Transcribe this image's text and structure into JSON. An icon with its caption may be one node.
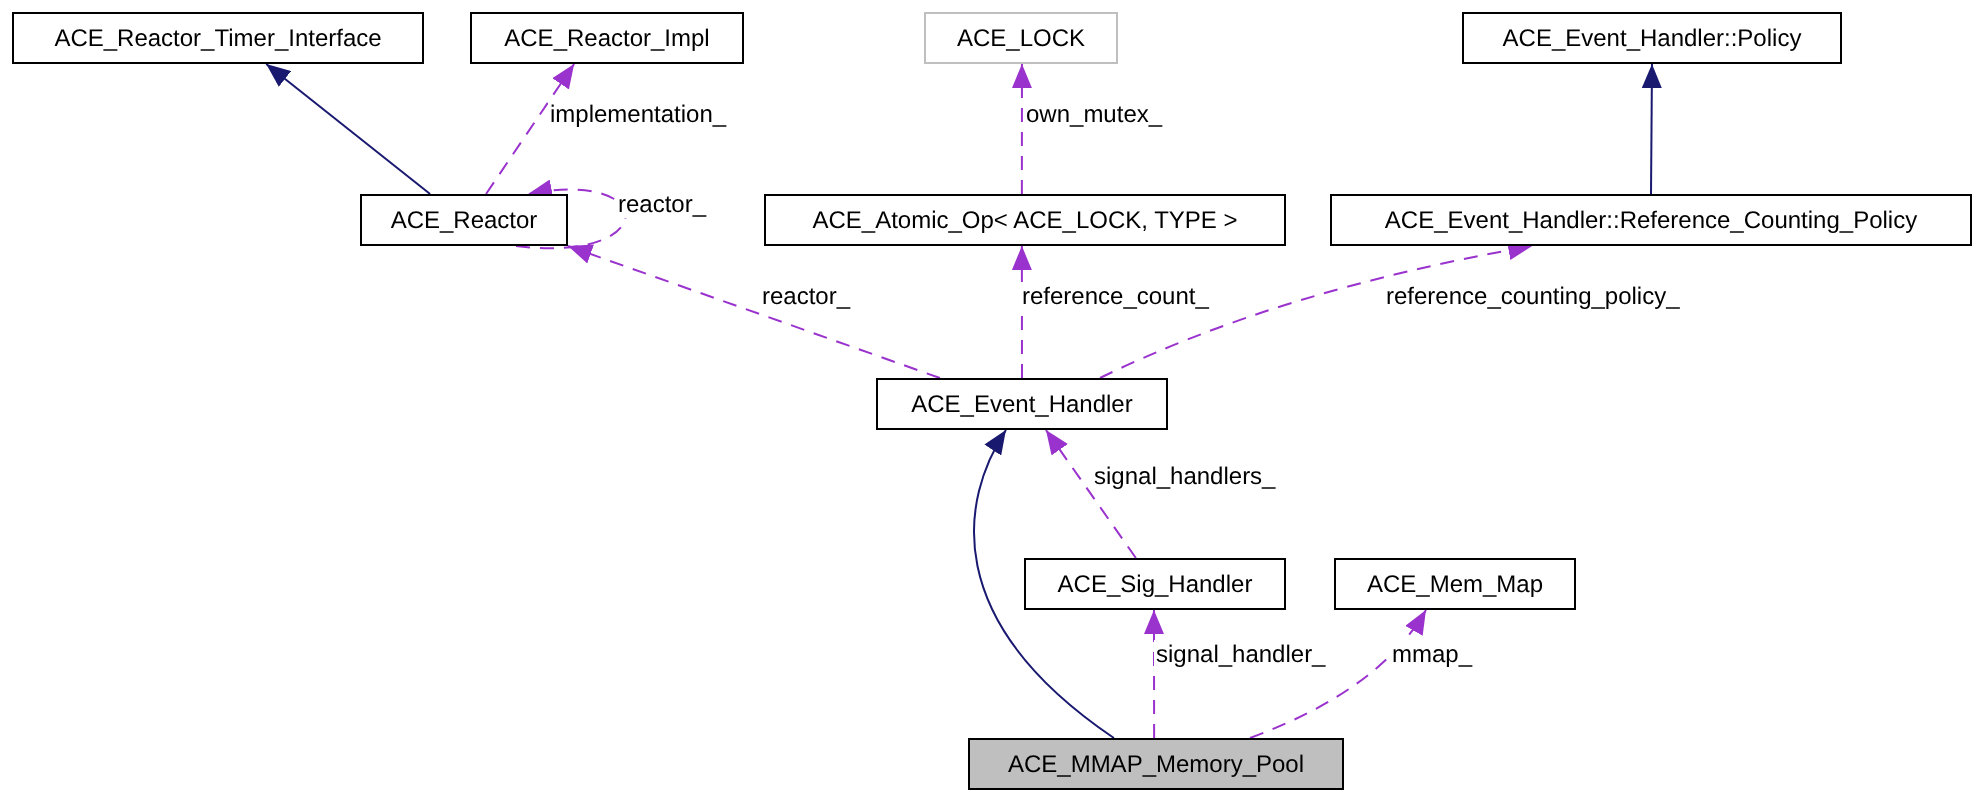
{
  "diagram": {
    "nodes": [
      {
        "text": [
          "ACE_Reactor_Timer_Interface"
        ]
      },
      {
        "text": [
          "ACE_Reactor_Impl"
        ]
      },
      {
        "text": [
          "ACE_LOCK"
        ]
      },
      {
        "text": [
          "ACE_Event_Handler::Policy"
        ]
      },
      {
        "text": [
          "ACE_Reactor"
        ]
      },
      {
        "text": [
          "ACE_Atomic_Op< ACE_LOCK, TYPE >"
        ]
      },
      {
        "text": [
          "ACE_Event_Handler::Reference_Counting_Policy"
        ]
      },
      {
        "text": [
          "ACE_Event_Handler"
        ]
      },
      {
        "text": [
          "ACE_Sig_Handler"
        ]
      },
      {
        "text": [
          "ACE_Mem_Map"
        ]
      },
      {
        "text": [
          "ACE_MMAP_Memory_Pool"
        ]
      }
    ],
    "edges": [
      {
        "from": 4,
        "to": 0,
        "arrow": "to",
        "color": "#191970"
      },
      {
        "from": 4,
        "to": 1,
        "arrow": "to",
        "label": "implementation_",
        "style": "dashed"
      },
      {
        "from": 4,
        "to": 4,
        "arrow": "to",
        "label": "reactor_",
        "style": "dashed"
      },
      {
        "from": 5,
        "to": 2,
        "arrow": "to",
        "label": "own_mutex_",
        "style": "dashed"
      },
      {
        "from": 6,
        "to": 3,
        "arrow": "to",
        "color": "#191970"
      },
      {
        "from": 7,
        "to": 4,
        "arrow": "to",
        "label": "reactor_",
        "style": "dashed"
      },
      {
        "from": 7,
        "to": 5,
        "arrow": "to",
        "label": "reference_count_",
        "style": "dashed"
      },
      {
        "from": 7,
        "to": 6,
        "arrow": "to",
        "label": "reference_counting_policy_",
        "style": "dashed"
      },
      {
        "from": 10,
        "to": 7,
        "arrow": "to",
        "color": "#191970"
      },
      {
        "from": 8,
        "to": 7,
        "arrow": "to",
        "label": "signal_handlers_",
        "style": "dashed"
      },
      {
        "from": 10,
        "to": 8,
        "arrow": "to",
        "label": "signal_handler_",
        "style": "dashed"
      },
      {
        "from": 10,
        "to": 9,
        "arrow": "to",
        "label": "mmap_",
        "style": "dashed"
      }
    ]
  }
}
